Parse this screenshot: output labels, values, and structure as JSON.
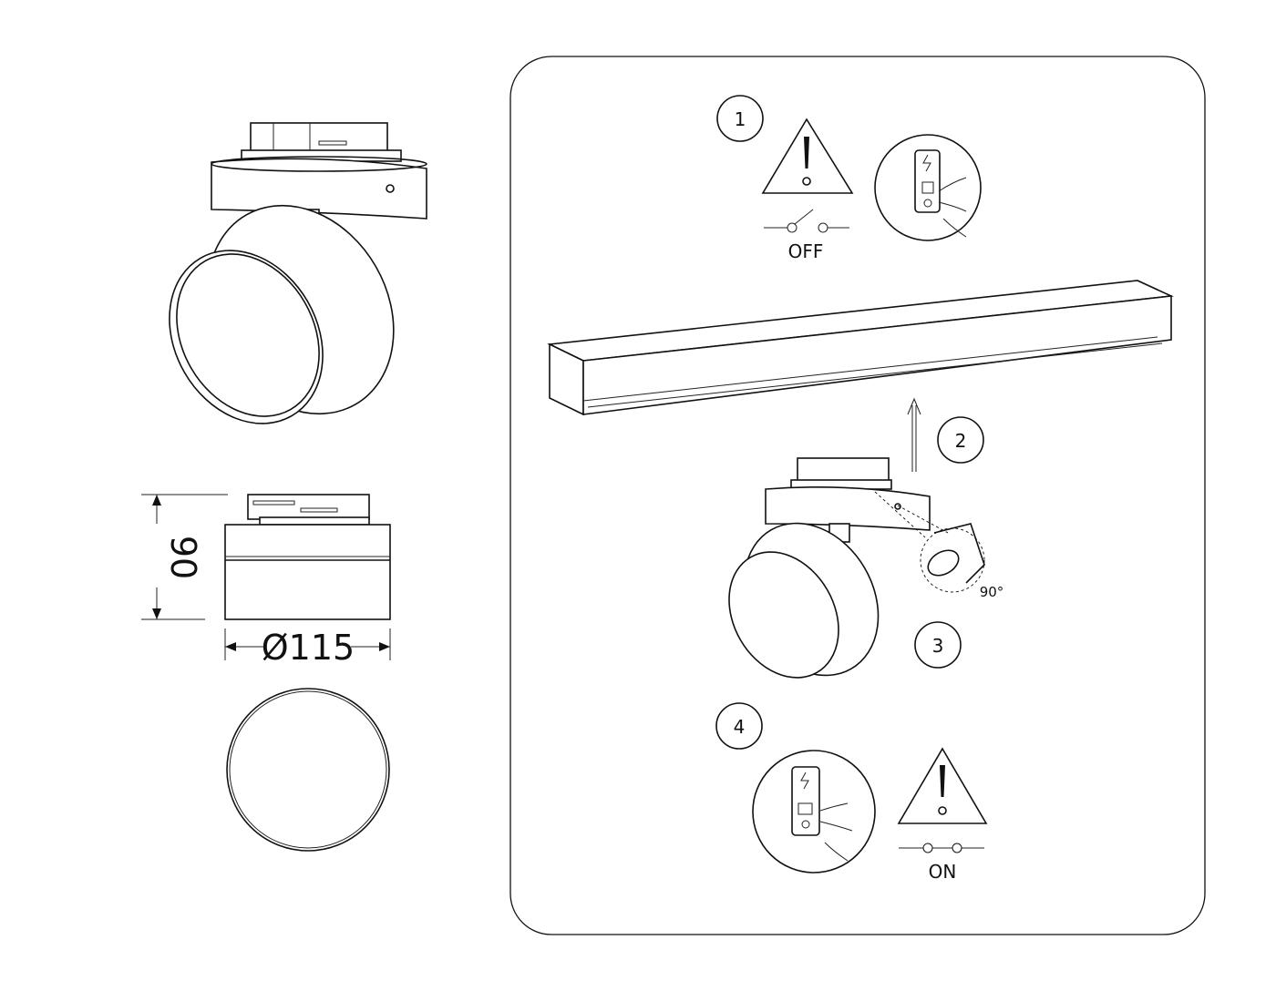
{
  "dimensions": {
    "height": "90",
    "diameter": "Ø115"
  },
  "steps": [
    {
      "number": "1",
      "switch_label": "OFF"
    },
    {
      "number": "2"
    },
    {
      "number": "3",
      "angle_label": "90°"
    },
    {
      "number": "4",
      "switch_label": "ON"
    }
  ],
  "icons": [
    "warning-triangle-icon",
    "switch-off-icon",
    "switch-on-icon",
    "hand-pressing-breaker-icon",
    "arrow-up-icon"
  ]
}
